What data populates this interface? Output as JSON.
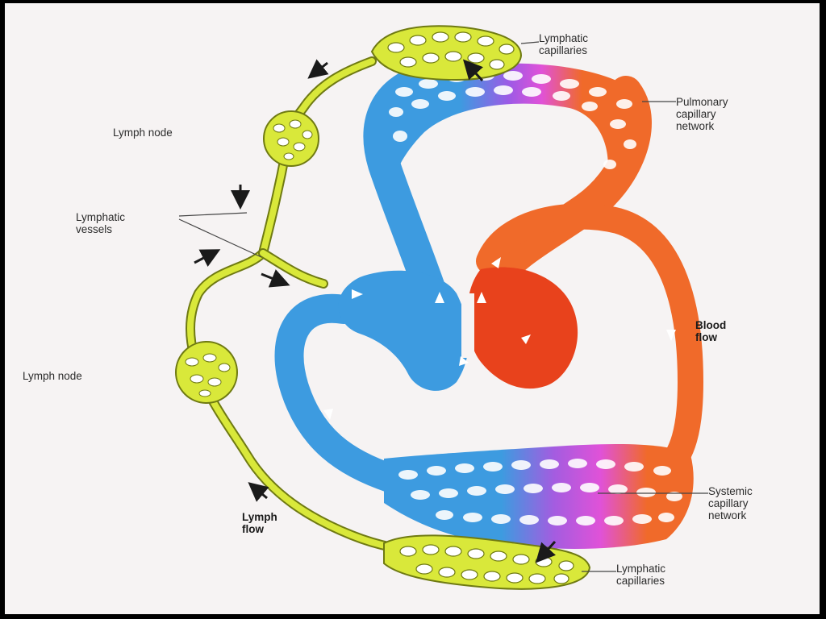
{
  "labels": {
    "lymphatic_capillaries_top": [
      "Lymphatic",
      "capillaries"
    ],
    "pulmonary_capillary_network": [
      "Pulmonary",
      "capillary",
      "network"
    ],
    "lymph_node_upper": "Lymph node",
    "lymphatic_vessels": [
      "Lymphatic",
      "vessels"
    ],
    "blood_flow": [
      "Blood",
      "flow"
    ],
    "lymph_node_lower": "Lymph node",
    "systemic_capillary_network": [
      "Systemic",
      "capillary",
      "network"
    ],
    "lymph_flow": [
      "Lymph",
      "flow"
    ],
    "lymphatic_capillaries_bottom": [
      "Lymphatic",
      "capillaries"
    ]
  },
  "colors": {
    "deoxygenated_blood": "#3d9be0",
    "oxygenated_blood": "#f06a2a",
    "heart_left": "#e8421c",
    "pulmonary_mix": "#e052d8",
    "systemic_mix": "#a45ce0",
    "lymph": "#d9e83a",
    "lymph_outline": "#6f7a12",
    "arrow": "#1a1a1a",
    "background": "#f6f3f3"
  }
}
